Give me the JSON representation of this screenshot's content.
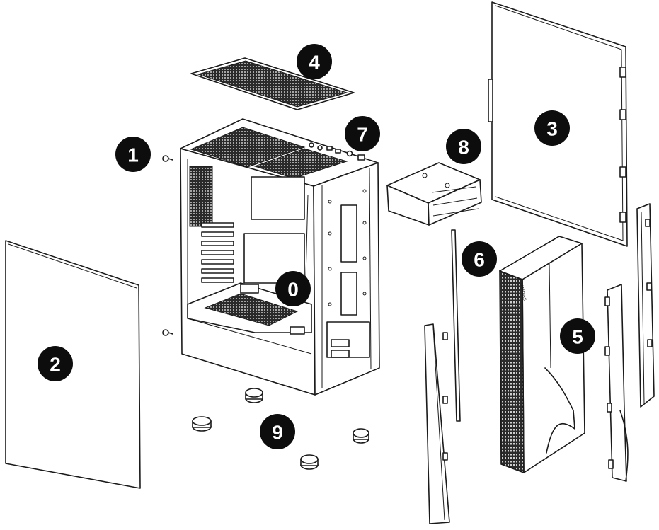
{
  "diagram": {
    "callouts": [
      {
        "id": "0",
        "label": "0"
      },
      {
        "id": "1",
        "label": "1"
      },
      {
        "id": "2",
        "label": "2"
      },
      {
        "id": "3",
        "label": "3"
      },
      {
        "id": "4",
        "label": "4"
      },
      {
        "id": "5",
        "label": "5"
      },
      {
        "id": "6",
        "label": "6"
      },
      {
        "id": "7",
        "label": "7"
      },
      {
        "id": "8",
        "label": "8"
      },
      {
        "id": "9",
        "label": "9"
      }
    ],
    "front_panel_logo": "GAMDIAS"
  },
  "colors": {
    "ink": "#1a1a1a",
    "badge_fill": "#0d0d0d",
    "badge_text": "#ffffff",
    "background": "#ffffff"
  }
}
